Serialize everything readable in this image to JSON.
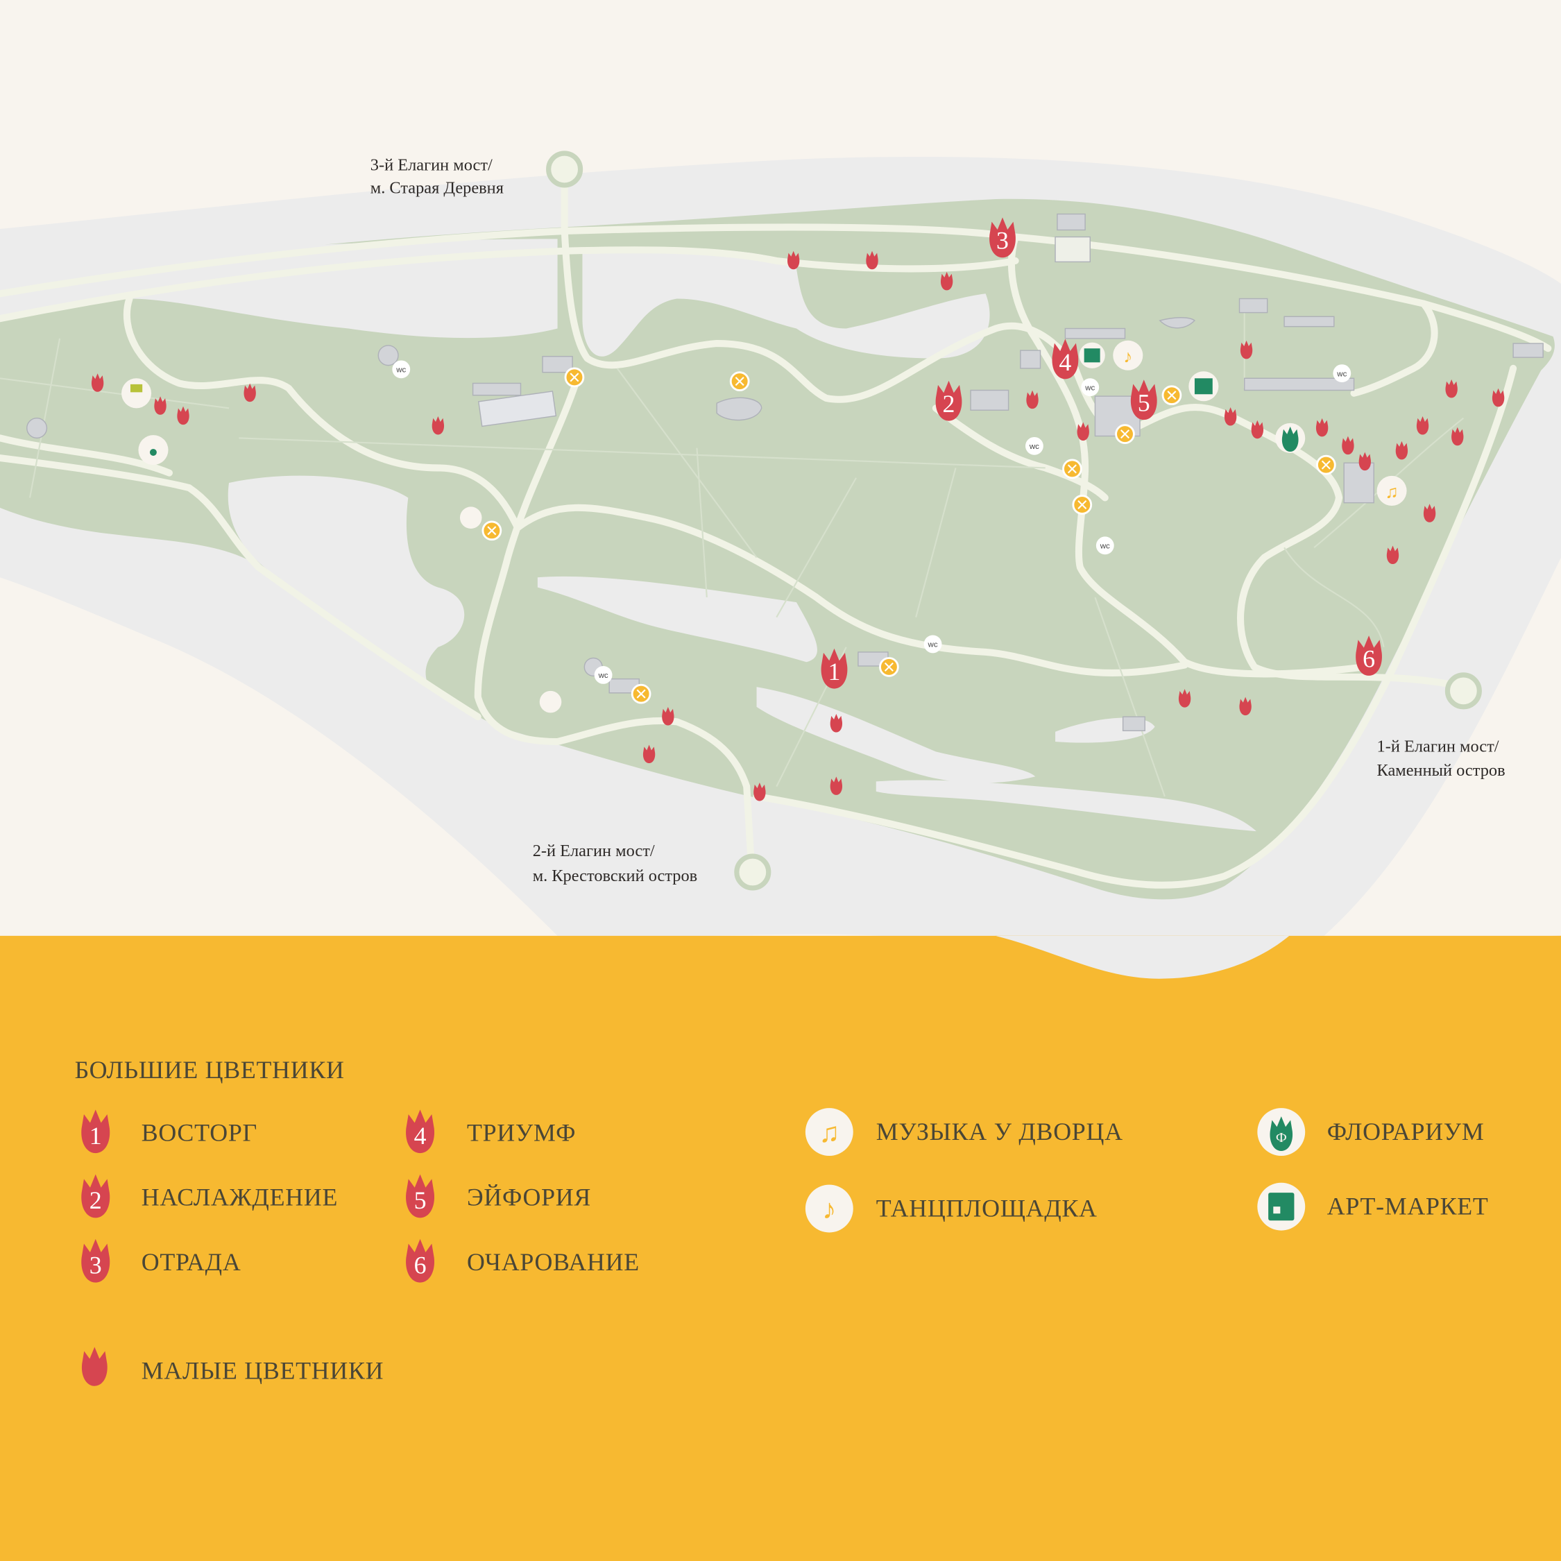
{
  "map": {
    "bridges": [
      {
        "line1": "3-й Елагин мост/",
        "line2": "м. Старая Деревня"
      },
      {
        "line1": "2-й Елагин мост/",
        "line2": "м. Крестовский остров"
      },
      {
        "line1": "1-й Елагин мост/",
        "line2": "Каменный остров"
      }
    ],
    "wc_label": "wc",
    "big_flowerbeds": [
      "1",
      "2",
      "3",
      "4",
      "5",
      "6"
    ],
    "colors": {
      "park": "#c8d5bd",
      "water": "#ececec",
      "road": "#f1f3e6",
      "tulip": "#d64550",
      "yellow": "#f7b931",
      "green": "#228a63"
    }
  },
  "legend": {
    "title": "БОЛЬШИЕ ЦВЕТНИКИ",
    "big": [
      {
        "num": "1",
        "label": "ВОСТОРГ"
      },
      {
        "num": "2",
        "label": "НАСЛАЖДЕНИЕ"
      },
      {
        "num": "3",
        "label": "ОТРАДА"
      },
      {
        "num": "4",
        "label": "ТРИУМФ"
      },
      {
        "num": "5",
        "label": "ЭЙФОРИЯ"
      },
      {
        "num": "6",
        "label": "ОЧАРОВАНИЕ"
      }
    ],
    "events": [
      {
        "icon": "lyre-icon",
        "label": "МУЗЫКА У ДВОРЦА"
      },
      {
        "icon": "dancer-icon",
        "label": "ТАНЦПЛОЩАДКА"
      },
      {
        "icon": "florarium-icon",
        "label": "ФЛОРАРИУМ"
      },
      {
        "icon": "art-market-icon",
        "label": "АРТ-МАРКЕТ"
      }
    ],
    "small": "МАЛЫЕ ЦВЕТНИКИ"
  }
}
